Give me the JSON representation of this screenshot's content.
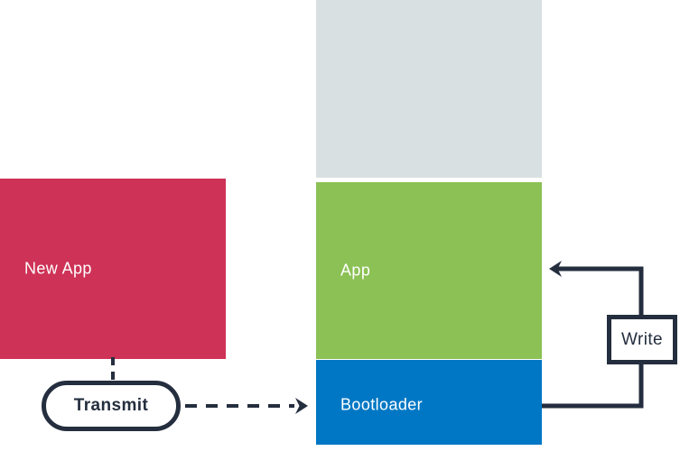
{
  "diagram": {
    "title": "bootloader-firmware-update-flow",
    "background": "#ffffff",
    "line_color": "#242e3e",
    "boxes": {
      "new_app": {
        "label": "New App",
        "color": "#ce3256",
        "text_color": "#ffffff"
      },
      "unused": {
        "label": "",
        "color": "#d9e0e2",
        "text_color": "#ffffff"
      },
      "app": {
        "label": "App",
        "color": "#8bc155",
        "text_color": "#ffffff"
      },
      "bootloader": {
        "label": "Bootloader",
        "color": "#0077c5",
        "text_color": "#ffffff"
      }
    },
    "nodes": {
      "transmit": {
        "label": "Transmit"
      },
      "write": {
        "label": "Write"
      }
    },
    "connections": [
      {
        "from": "New App",
        "to": "Transmit",
        "style": "dashed"
      },
      {
        "from": "Transmit",
        "to": "Bootloader",
        "style": "dashed-arrow"
      },
      {
        "from": "Bootloader",
        "to": "App",
        "via": "Write",
        "style": "solid-arrow"
      }
    ]
  }
}
